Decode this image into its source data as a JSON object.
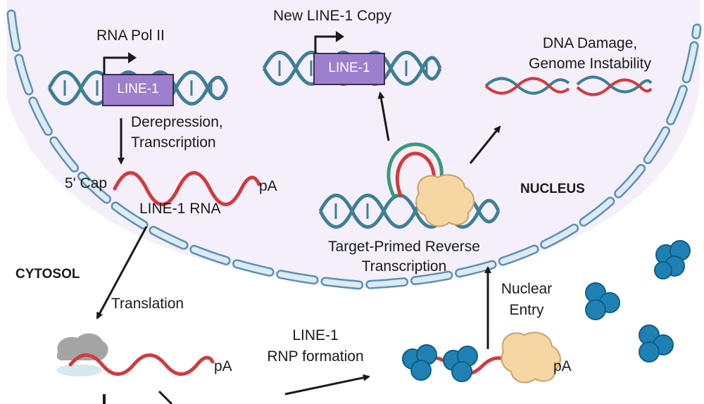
{
  "labels": {
    "rna_pol": "RNA Pol II",
    "line1_box": "LINE-1",
    "derepression_1": "Derepression,",
    "derepression_2": "Transcription",
    "cap": "5' Cap",
    "pa_1": "pA",
    "line1_rna": "LINE-1 RNA",
    "new_copy": "New LINE-1 Copy",
    "line1_box_2": "LINE-1",
    "damage_1": "DNA Damage,",
    "damage_2": "Genome Instability",
    "nucleus": "NUCLEUS",
    "tprt_1": "Target-Primed Reverse",
    "tprt_2": "Transcription",
    "cytosol": "CYTOSOL",
    "translation": "Translation",
    "nuclear_entry_1": "Nuclear",
    "nuclear_entry_2": "Entry",
    "rnp_1": "LINE-1",
    "rnp_2": "RNP formation",
    "pa_2": "pA",
    "pa_3": "pA"
  },
  "colors": {
    "nucleus_fill": "#f4eff8",
    "membrane": "#dceaf4",
    "dna": "#3d7f95",
    "rna": "#d23a3e",
    "line1_box": "#9e7fce",
    "protein": "#f6d7a4",
    "rnp_blue": "#1f81b3"
  }
}
